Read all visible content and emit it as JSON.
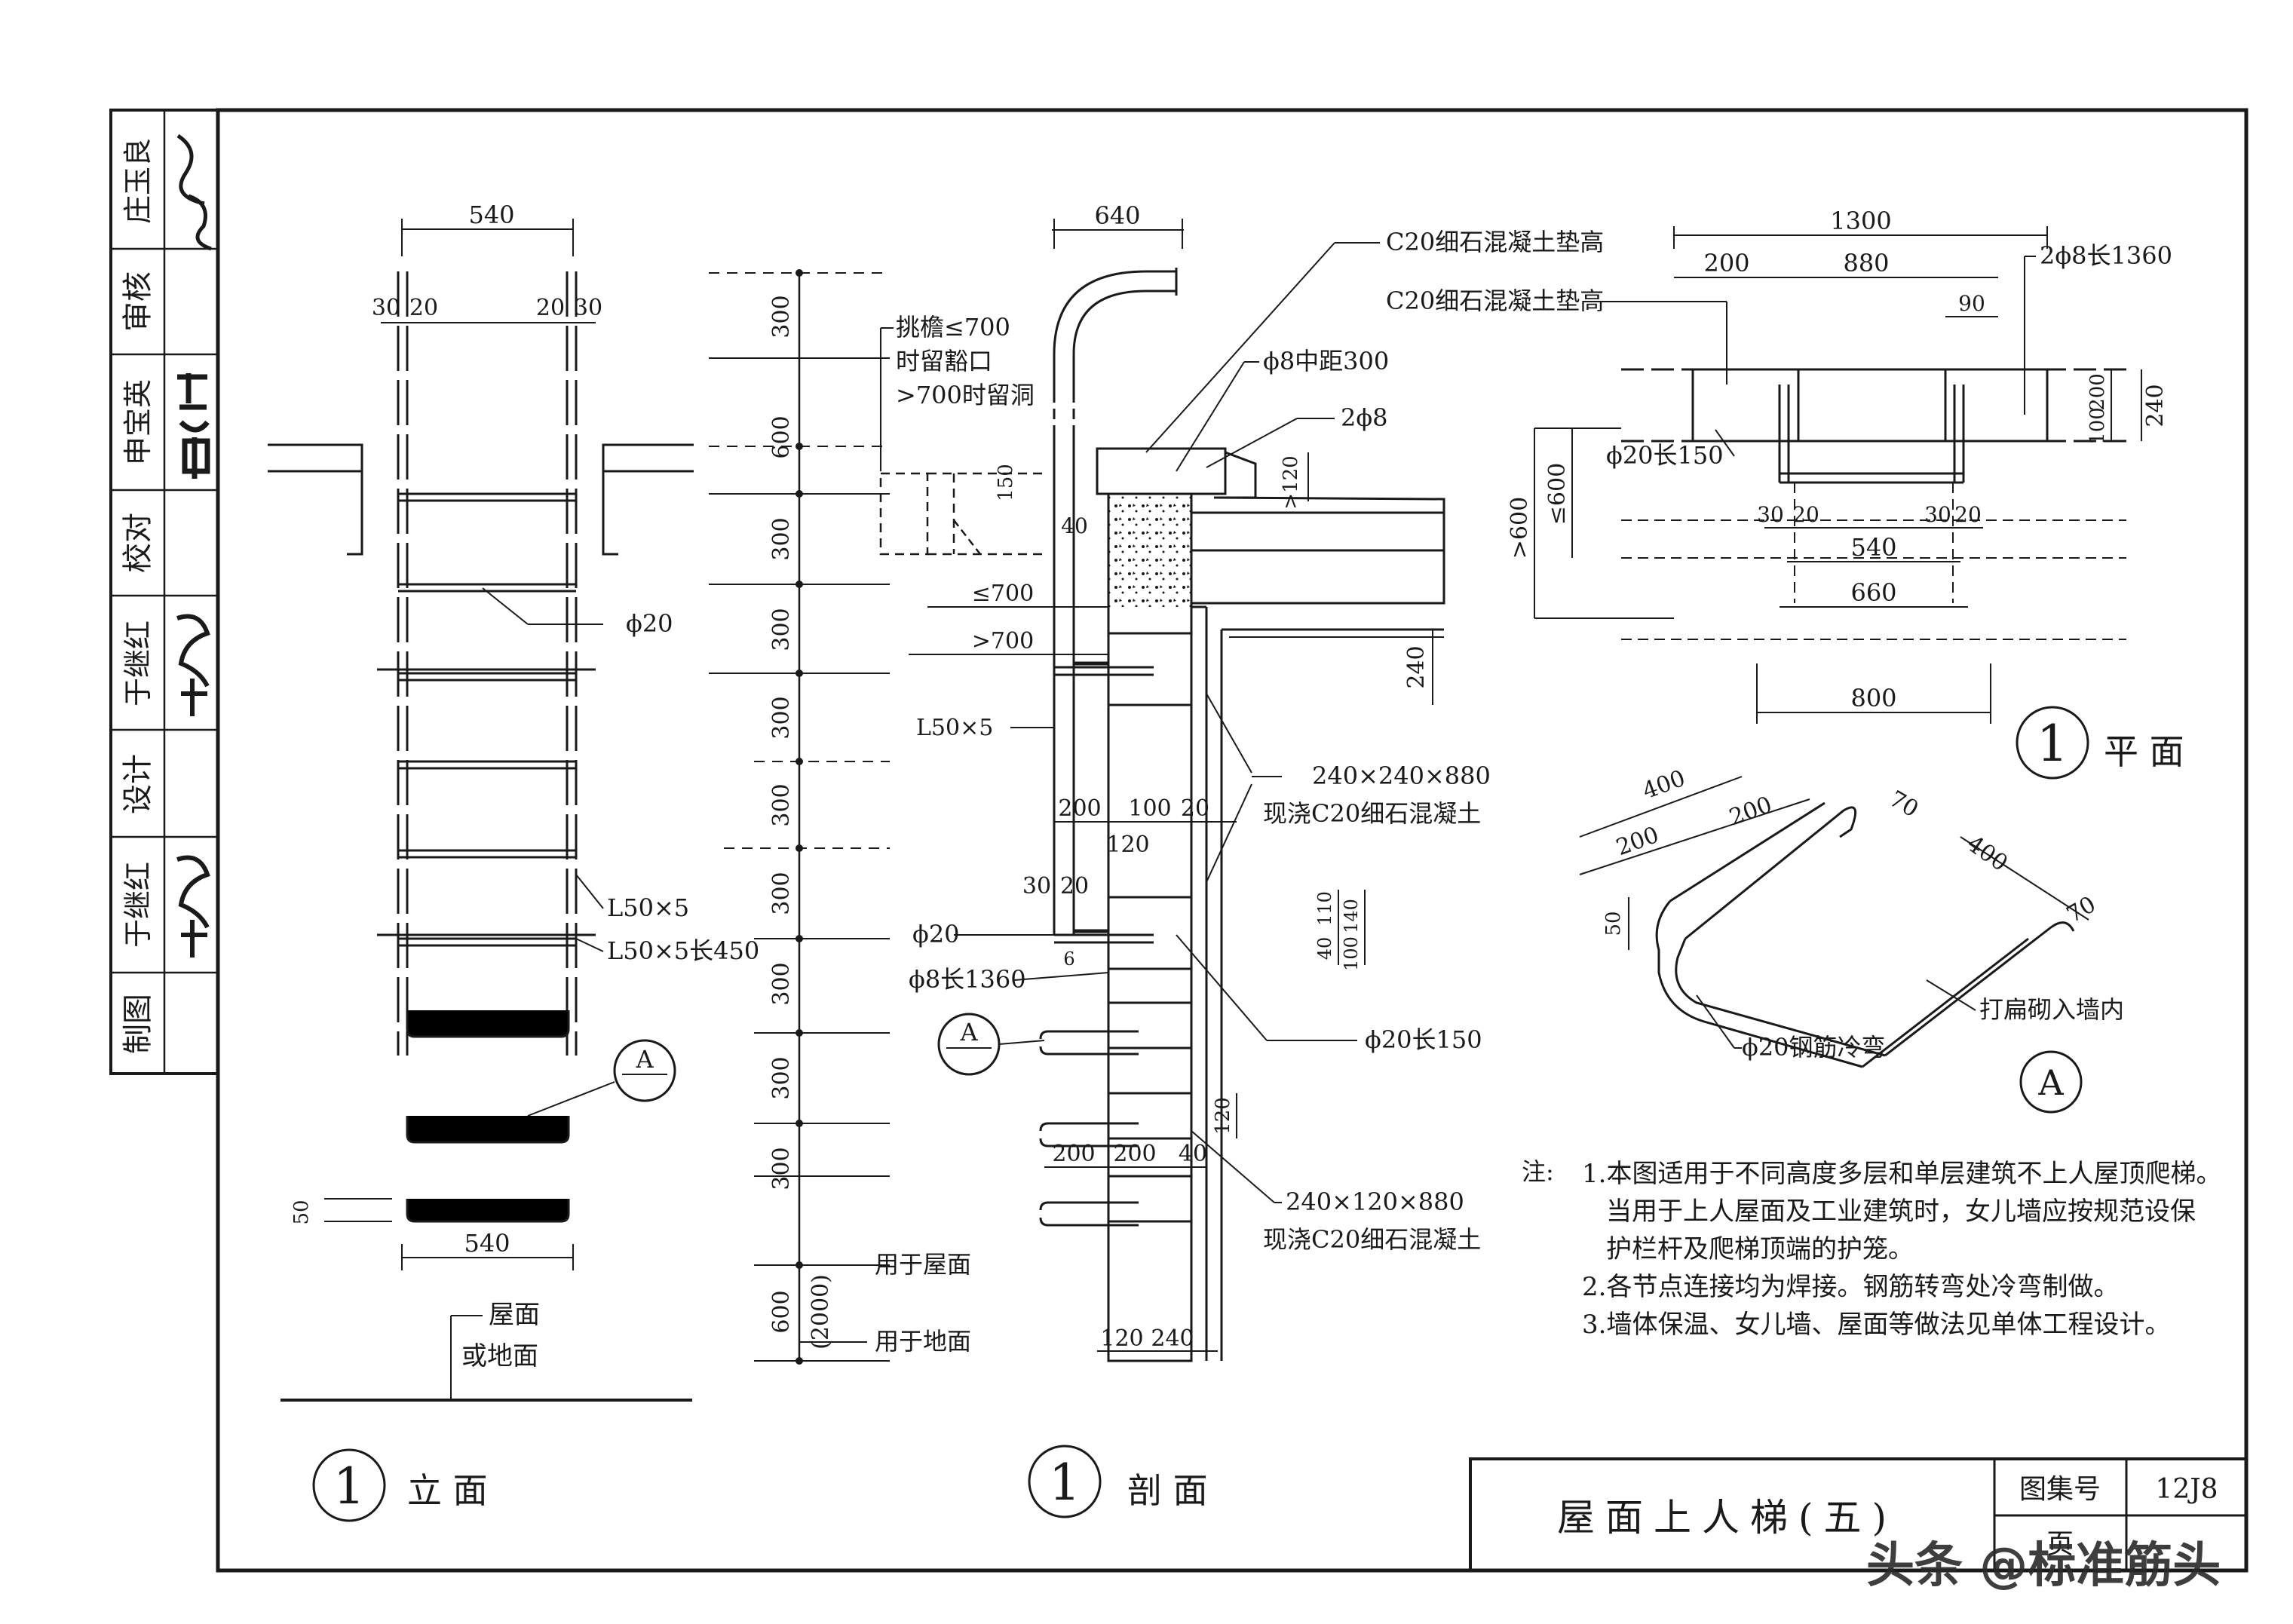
{
  "title_block": {
    "roles": [
      "审核",
      "校对",
      "设计",
      "制图"
    ],
    "names": [
      "庄玉良",
      "申宝英",
      "于继红",
      "于继红"
    ],
    "signatures": [
      "庄玉良",
      "申宝英",
      "于继红",
      "于继红"
    ]
  },
  "elevation": {
    "dim_top": "540",
    "dim_30a": "30",
    "dim_20a": "20",
    "dim_20b": "20",
    "dim_30b": "30",
    "label_rung": "ϕ20",
    "label_angle1": "L50×5",
    "label_angle2": "L50×5长450",
    "dim_bottom": "540",
    "dim_50": "50",
    "label_roof1": "屋面",
    "label_roof2": "或地面",
    "detail_ref": "A",
    "callout_num": "1",
    "callout_title": "立 面"
  },
  "spacing_dims": [
    "300",
    "600",
    "300",
    "300",
    "300",
    "300",
    "300",
    "300",
    "300",
    "300",
    "600",
    "(2000)"
  ],
  "spacing_notes": {
    "roof": "用于屋面",
    "ground": "用于地面"
  },
  "section": {
    "dim_640": "640",
    "label_c20a": "C20细石混凝土垫高",
    "label_phi8": "ϕ8中距300",
    "label_2phi8": "2ϕ8",
    "note_eave1": "挑檐≤700",
    "note_eave2": "时留豁口",
    "note_eave3": ">700时留洞",
    "dim_150": "150",
    "dim_gt120": ">120",
    "dim_40": "40",
    "dim_le700": "≤700",
    "dim_gt700": ">700",
    "dim_240": "240",
    "label_L50": "L50×5",
    "dim_200": "200",
    "dim_100": "100",
    "dim_20": "20",
    "dim_120": "120",
    "label_block1a": "240×240×880",
    "label_block1b": "现浇C20细石混凝土",
    "dim_30": "30",
    "dim_20b": "20",
    "label_phi20": "ϕ20",
    "label_phi8_1360": "ϕ8长1360",
    "dim_6": "6",
    "dims_right": [
      "40",
      "110",
      "140",
      "100"
    ],
    "label_phi20_150": "ϕ20长150",
    "detail_ref": "A",
    "dim_120r": "120",
    "dim_200a": "200",
    "dim_200b": "200",
    "dim_40b": "40",
    "label_block2a": "240×120×880",
    "label_block2b": "现浇C20细石混凝土",
    "dim_bot_120": "120",
    "dim_bot_240": "240",
    "callout_num": "1",
    "callout_title": "剖 面"
  },
  "plan": {
    "dim_1300": "1300",
    "dim_200": "200",
    "dim_880": "880",
    "dim_90": "90",
    "label_2phi8": "2ϕ8长1360",
    "label_c20": "C20细石混凝土垫高",
    "dim_200v": "200",
    "dim_100v": "100",
    "dim_240v": "240",
    "label_phi20_150": "ϕ20长150",
    "dim_le600": "≤600",
    "dim_gt600": ">600",
    "dim_30a": "30",
    "dim_20a": "20",
    "dim_30b": "30",
    "dim_20b": "20",
    "dim_540": "540",
    "dim_660": "660",
    "dim_800": "800",
    "callout_num": "1",
    "callout_title": "平 面"
  },
  "detailA": {
    "dim_400a": "400",
    "dim_200a": "200",
    "dim_200b": "200",
    "dim_70a": "70",
    "dim_400b": "400",
    "dim_70b": "70",
    "dim_50": "50",
    "label_bar": "ϕ20钢筋冷弯",
    "label_wall": "打扁砌入墙内",
    "ref": "A"
  },
  "notes": {
    "head": "注:",
    "lines": [
      "1.本图适用于不同高度多层和单层建筑不上人屋顶爬梯。",
      "当用于上人屋面及工业建筑时，女儿墙应按规范设保",
      "护栏杆及爬梯顶端的护笼。",
      "2.各节点连接均为焊接。钢筋转弯处冷弯制做。",
      "3.墙体保温、女儿墙、屋面等做法见单体工程设计。"
    ]
  },
  "drawing_title": {
    "name": "屋面上人梯(五)",
    "atlas_label": "图集号",
    "atlas_no": "12J8",
    "page_label": "页"
  },
  "watermark": "头条 @标准筋头"
}
